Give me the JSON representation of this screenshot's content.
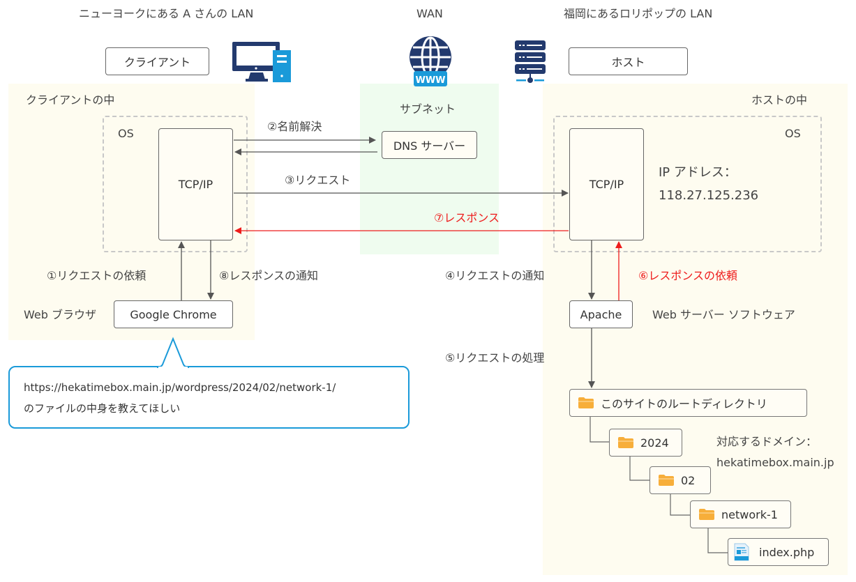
{
  "headers": {
    "client_lan": "ニューヨークにある A さんの LAN",
    "wan": "WAN",
    "host_lan": "福岡にあるロリポップの LAN"
  },
  "top_boxes": {
    "client": "クライアント",
    "host": "ホスト"
  },
  "icons": {
    "client": "desktop-computer-icon",
    "wan": "globe-www-icon",
    "host": "server-rack-icon"
  },
  "client_panel": {
    "title": "クライアントの中",
    "os_label": "OS",
    "tcpip_label": "TCP/IP",
    "browser_caption": "Web ブラウザ",
    "browser_name": "Google Chrome"
  },
  "wan_panel": {
    "subnet_label": "サブネット",
    "dns_label": "DNS サーバー"
  },
  "host_panel": {
    "title": "ホストの中",
    "os_label": "OS",
    "tcpip_label": "TCP/IP",
    "ip_label": "IP アドレス：",
    "ip_value": "118.27.125.236",
    "server_name": "Apache",
    "server_caption": "Web サーバー ソフトウェア",
    "domain_label": "対応するドメイン：",
    "domain_value": "hekatimebox.main.jp"
  },
  "steps": {
    "s1": "①リクエストの依頼",
    "s2": "②名前解決",
    "s3": "③リクエスト",
    "s4": "④リクエストの通知",
    "s5": "⑤リクエストの処理",
    "s6": "⑥レスポンスの依頼",
    "s7": "⑦レスポンス",
    "s8": "⑧レスポンスの通知"
  },
  "bubble": {
    "line1": "https://hekatimebox.main.jp/wordpress/2024/02/network-1/",
    "line2": "のファイルの中身を教えてほしい"
  },
  "tree": [
    {
      "label": "このサイトのルートディレクトリ",
      "type": "folder"
    },
    {
      "label": "2024",
      "type": "folder"
    },
    {
      "label": "02",
      "type": "folder"
    },
    {
      "label": "network-1",
      "type": "folder"
    },
    {
      "label": "index.php",
      "type": "file"
    }
  ],
  "colors": {
    "accent_blue": "#1a9ad9",
    "navy": "#233a6e",
    "response_red": "#ee1c1c",
    "folder_orange": "#f7ae3a",
    "panel_cream": "#fefcf0",
    "panel_green": "#effcef"
  }
}
